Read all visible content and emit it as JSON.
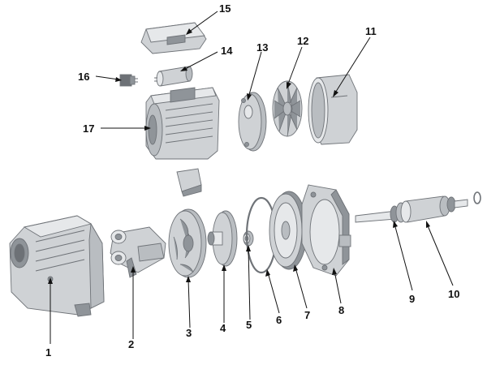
{
  "diagram": {
    "callouts": [
      {
        "id": "c1",
        "label": "1"
      },
      {
        "id": "c2",
        "label": "2"
      },
      {
        "id": "c3",
        "label": "3"
      },
      {
        "id": "c4",
        "label": "4"
      },
      {
        "id": "c5",
        "label": "5"
      },
      {
        "id": "c6",
        "label": "6"
      },
      {
        "id": "c7",
        "label": "7"
      },
      {
        "id": "c8",
        "label": "8"
      },
      {
        "id": "c9",
        "label": "9"
      },
      {
        "id": "c10",
        "label": "10"
      },
      {
        "id": "c11",
        "label": "11"
      },
      {
        "id": "c12",
        "label": "12"
      },
      {
        "id": "c13",
        "label": "13"
      },
      {
        "id": "c14",
        "label": "14"
      },
      {
        "id": "c15",
        "label": "15"
      },
      {
        "id": "c16",
        "label": "16"
      },
      {
        "id": "c17",
        "label": "17"
      }
    ],
    "colors": {
      "part_fill": "#cfd2d5",
      "part_highlight": "#e6e8ea",
      "part_shadow": "#8f9499",
      "outline": "#6f7378",
      "leader": "#111111"
    }
  }
}
